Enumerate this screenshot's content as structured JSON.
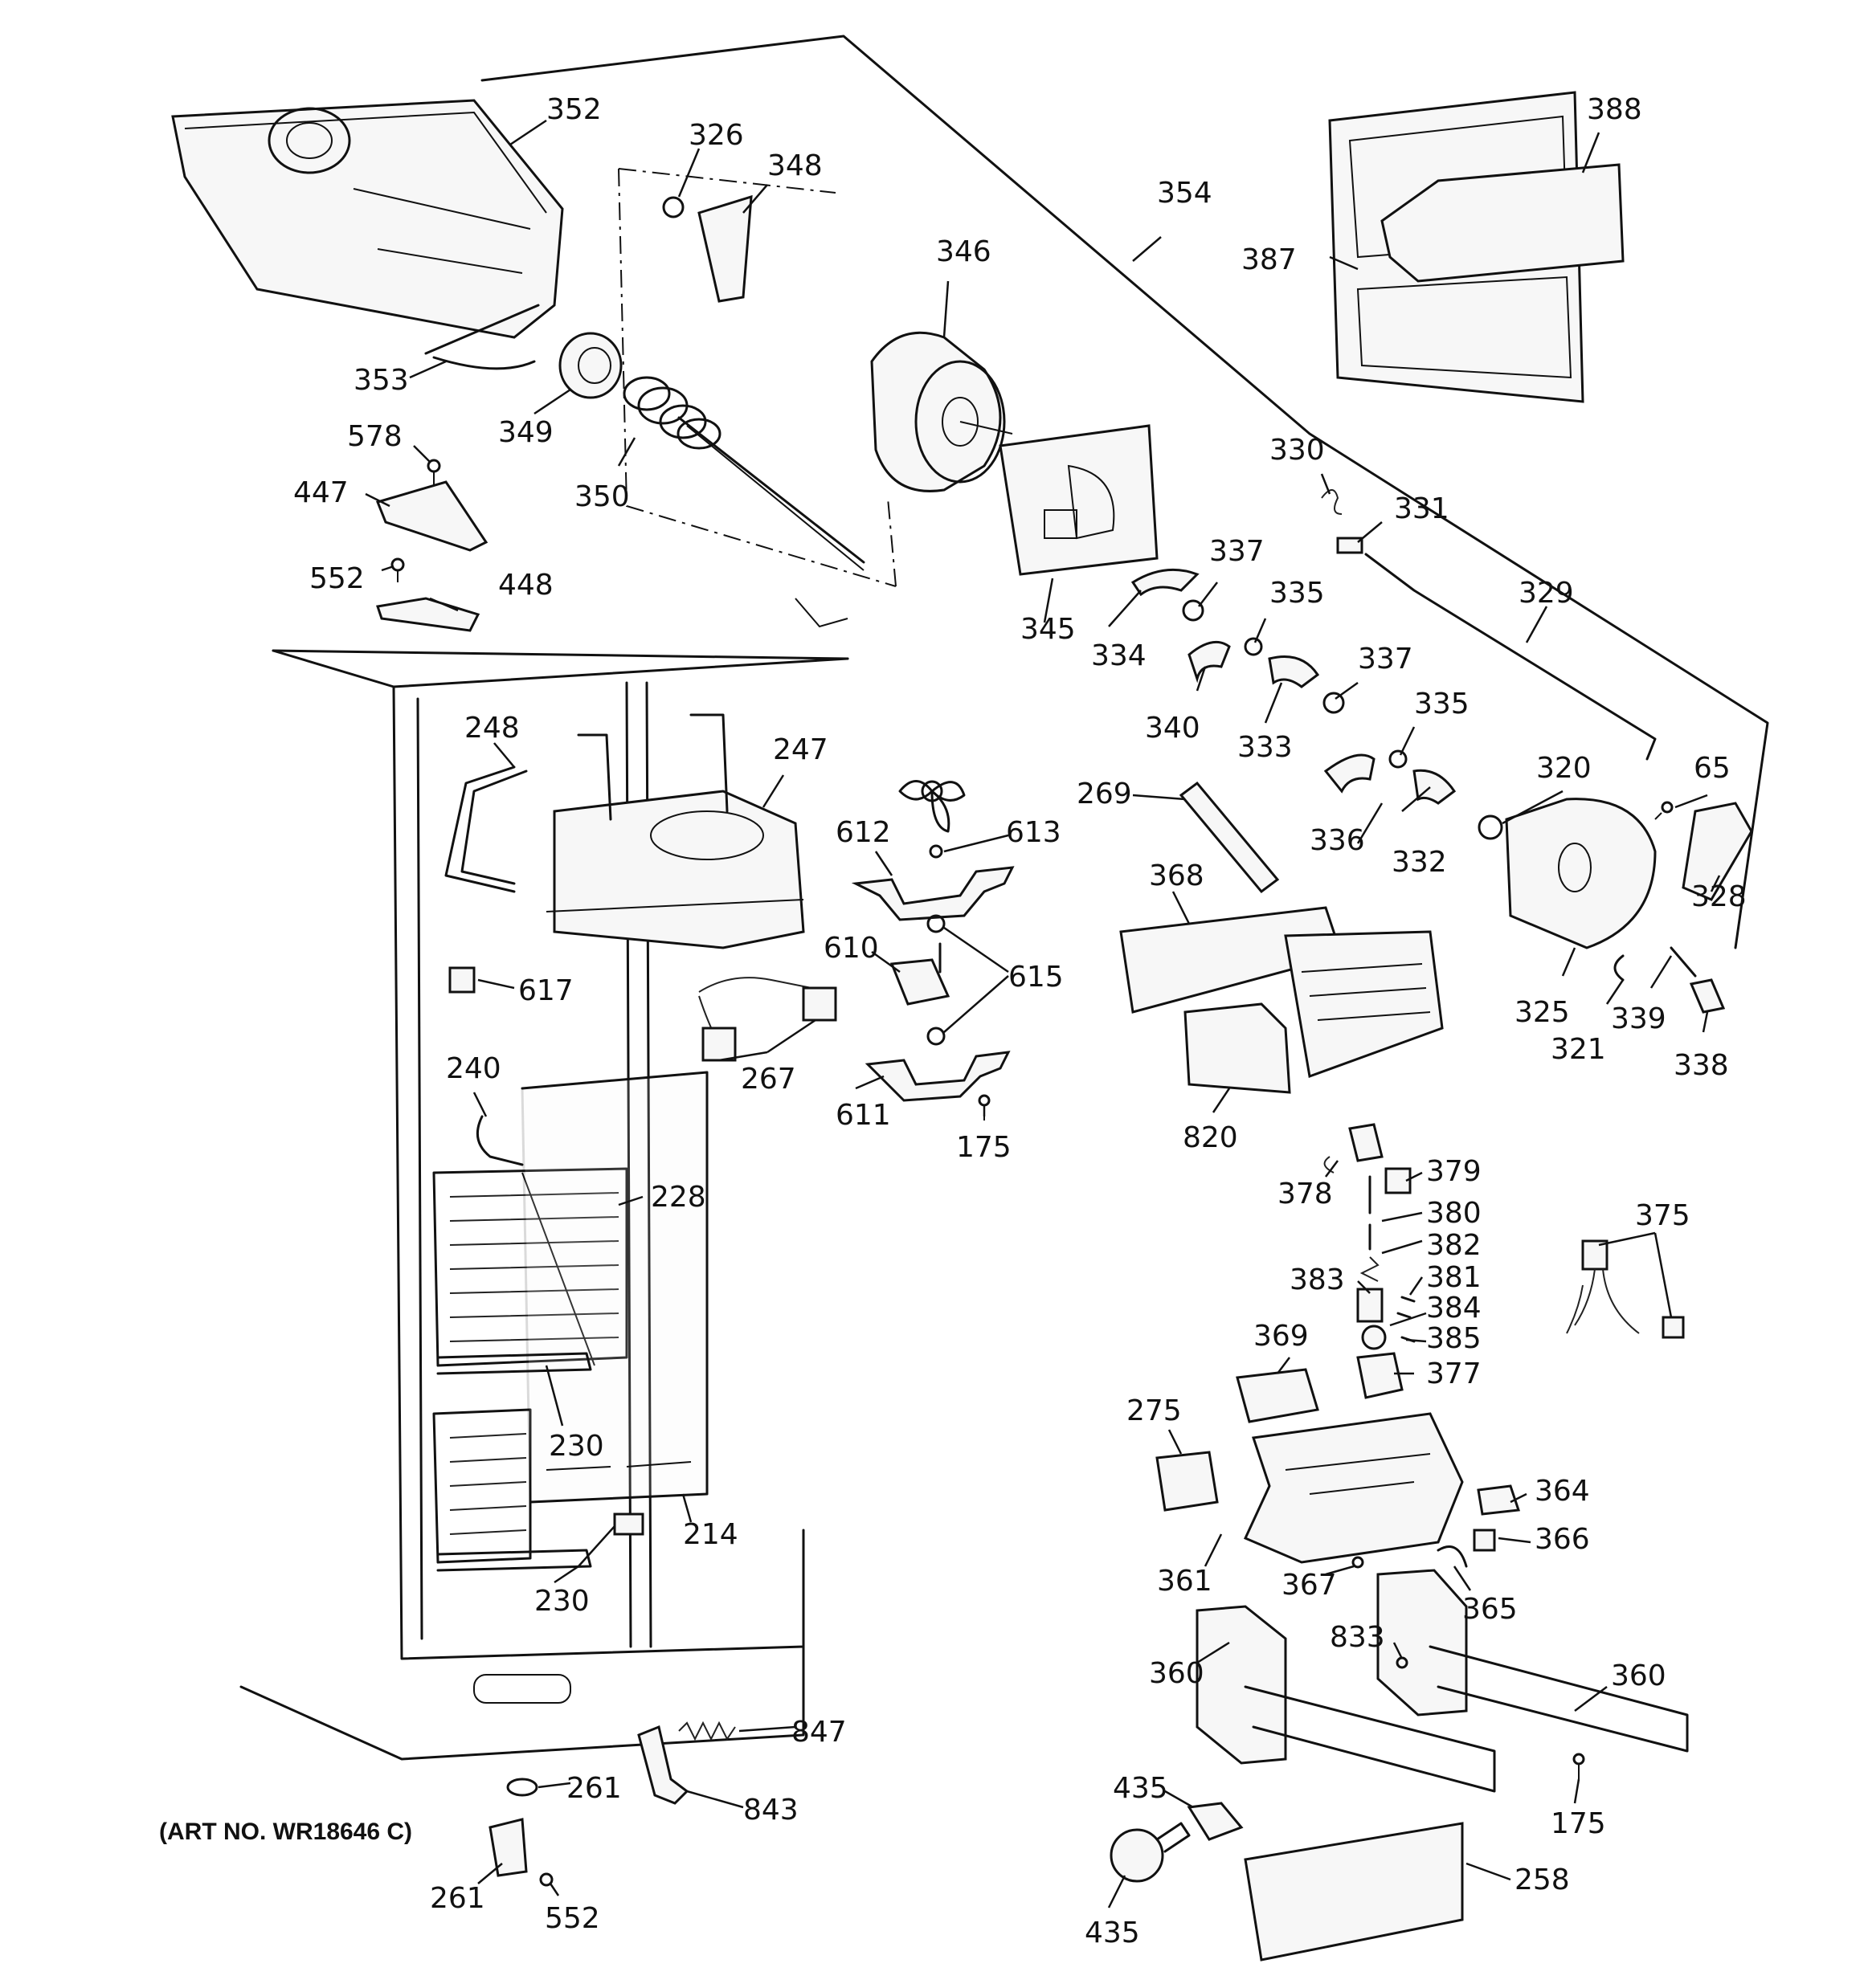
{
  "art_number": "(ART NO. WR18646 C)",
  "callouts": {
    "c352": "352",
    "c326": "326",
    "c348": "348",
    "c354": "354",
    "c388": "388",
    "c387": "387",
    "c346": "346",
    "c353": "353",
    "c349": "349",
    "c350": "350",
    "c578": "578",
    "c447": "447",
    "c552a": "552",
    "c448": "448",
    "c330": "330",
    "c331": "331",
    "c345": "345",
    "c337a": "337",
    "c334": "334",
    "c335a": "335",
    "c329": "329",
    "c340": "340",
    "c333": "333",
    "c337b": "337",
    "c335b": "335",
    "c248": "248",
    "c247": "247",
    "c269": "269",
    "c320": "320",
    "c65": "65",
    "c612": "612",
    "c613": "613",
    "c336": "336",
    "c332": "332",
    "c368": "368",
    "c328": "328",
    "c610": "610",
    "c615": "615",
    "c617": "617",
    "c325": "325",
    "c339": "339",
    "c321": "321",
    "c338": "338",
    "c240": "240",
    "c267": "267",
    "c611": "611",
    "c175a": "175",
    "c820": "820",
    "c228": "228",
    "c378": "378",
    "c379": "379",
    "c380": "380",
    "c375": "375",
    "c382": "382",
    "c381": "381",
    "c383": "383",
    "c384": "384",
    "c369": "369",
    "c385": "385",
    "c377": "377",
    "c230a": "230",
    "c275": "275",
    "c214": "214",
    "c364": "364",
    "c366": "366",
    "c230b": "230",
    "c361": "361",
    "c367": "367",
    "c365": "365",
    "c833": "833",
    "c360a": "360",
    "c360b": "360",
    "c847": "847",
    "c261a": "261",
    "c843": "843",
    "c175b": "175",
    "c435a": "435",
    "c261b": "261",
    "c552b": "552",
    "c258": "258",
    "c435b": "435"
  }
}
